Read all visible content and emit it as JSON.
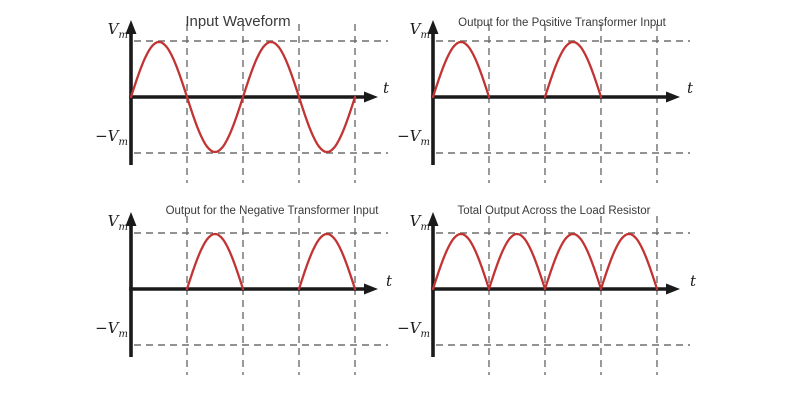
{
  "colors": {
    "curve": "#c23434",
    "axis": "#1a1a1a",
    "grid": "#6e6e6e",
    "title": "#3a3a3a",
    "background": "#ffffff"
  },
  "chart_data": [
    {
      "type": "line",
      "title": "Input Waveform",
      "signal": "sine",
      "periods_shown": 2,
      "amplitude_label": "Vm",
      "ylim_labels": [
        "-Vm",
        "Vm"
      ],
      "x_unit": "T (period)",
      "grid": {
        "horizontal_at": [
          "Vm",
          "-Vm"
        ],
        "vertical_at_T": [
          0.5,
          1.0,
          1.5,
          2.0
        ]
      },
      "key_points_T": {
        "zeros": [
          0,
          0.5,
          1.0,
          1.5,
          2.0
        ],
        "peaks_at": [
          0.25,
          1.25
        ],
        "troughs_at": [
          0.75,
          1.75
        ],
        "peak_value": "Vm",
        "trough_value": "-Vm"
      },
      "labels": {
        "y_top": "V",
        "y_top_sub": "m",
        "y_bottom": "−V",
        "y_bottom_sub": "m",
        "x_axis": "t"
      }
    },
    {
      "type": "line",
      "title": "Output for the Positive Transformer Input",
      "signal": "rectified_humps",
      "active_half_cycles": [
        1,
        3
      ],
      "periods_shown": 2,
      "amplitude_label": "Vm",
      "ylim_labels": [
        "-Vm",
        "Vm"
      ],
      "x_unit": "T (period)",
      "grid": {
        "horizontal_at": [
          "Vm",
          "-Vm"
        ],
        "vertical_at_T": [
          0.5,
          1.0,
          1.5,
          2.0
        ]
      },
      "key_points_T": {
        "hump_intervals": [
          [
            0,
            0.5
          ],
          [
            1.0,
            1.5
          ]
        ],
        "peaks_at": [
          0.25,
          1.25
        ],
        "zero_intervals": [
          [
            0.5,
            1.0
          ],
          [
            1.5,
            2.2
          ]
        ],
        "peak_value": "Vm"
      },
      "labels": {
        "y_top": "V",
        "y_top_sub": "m",
        "y_bottom": "−V",
        "y_bottom_sub": "m",
        "x_axis": "t"
      }
    },
    {
      "type": "line",
      "title": "Output for the Negative Transformer Input",
      "signal": "rectified_humps",
      "active_half_cycles": [
        2,
        4
      ],
      "periods_shown": 2,
      "amplitude_label": "Vm",
      "ylim_labels": [
        "-Vm",
        "Vm"
      ],
      "x_unit": "T (period)",
      "grid": {
        "horizontal_at": [
          "Vm",
          "-Vm"
        ],
        "vertical_at_T": [
          0.5,
          1.0,
          1.5,
          2.0
        ]
      },
      "key_points_T": {
        "hump_intervals": [
          [
            0.5,
            1.0
          ],
          [
            1.5,
            2.0
          ]
        ],
        "peaks_at": [
          0.75,
          1.75
        ],
        "zero_intervals": [
          [
            0,
            0.5
          ],
          [
            1.0,
            1.5
          ]
        ],
        "peak_value": "Vm"
      },
      "labels": {
        "y_top": "V",
        "y_top_sub": "m",
        "y_bottom": "−V",
        "y_bottom_sub": "m",
        "x_axis": "t"
      }
    },
    {
      "type": "line",
      "title": "Total Output Across the Load Resistor",
      "signal": "rectified_humps",
      "active_half_cycles": [
        1,
        2,
        3,
        4
      ],
      "periods_shown": 2,
      "amplitude_label": "Vm",
      "ylim_labels": [
        "-Vm",
        "Vm"
      ],
      "x_unit": "T (period)",
      "grid": {
        "horizontal_at": [
          "Vm",
          "-Vm"
        ],
        "vertical_at_T": [
          0.5,
          1.0,
          1.5,
          2.0
        ]
      },
      "key_points_T": {
        "hump_intervals": [
          [
            0,
            0.5
          ],
          [
            0.5,
            1.0
          ],
          [
            1.0,
            1.5
          ],
          [
            1.5,
            2.0
          ]
        ],
        "peaks_at": [
          0.25,
          0.75,
          1.25,
          1.75
        ],
        "zeros": [
          0,
          0.5,
          1.0,
          1.5,
          2.0
        ],
        "peak_value": "Vm"
      },
      "labels": {
        "y_top": "V",
        "y_top_sub": "m",
        "y_bottom": "−V",
        "y_bottom_sub": "m",
        "x_axis": "t"
      }
    }
  ]
}
